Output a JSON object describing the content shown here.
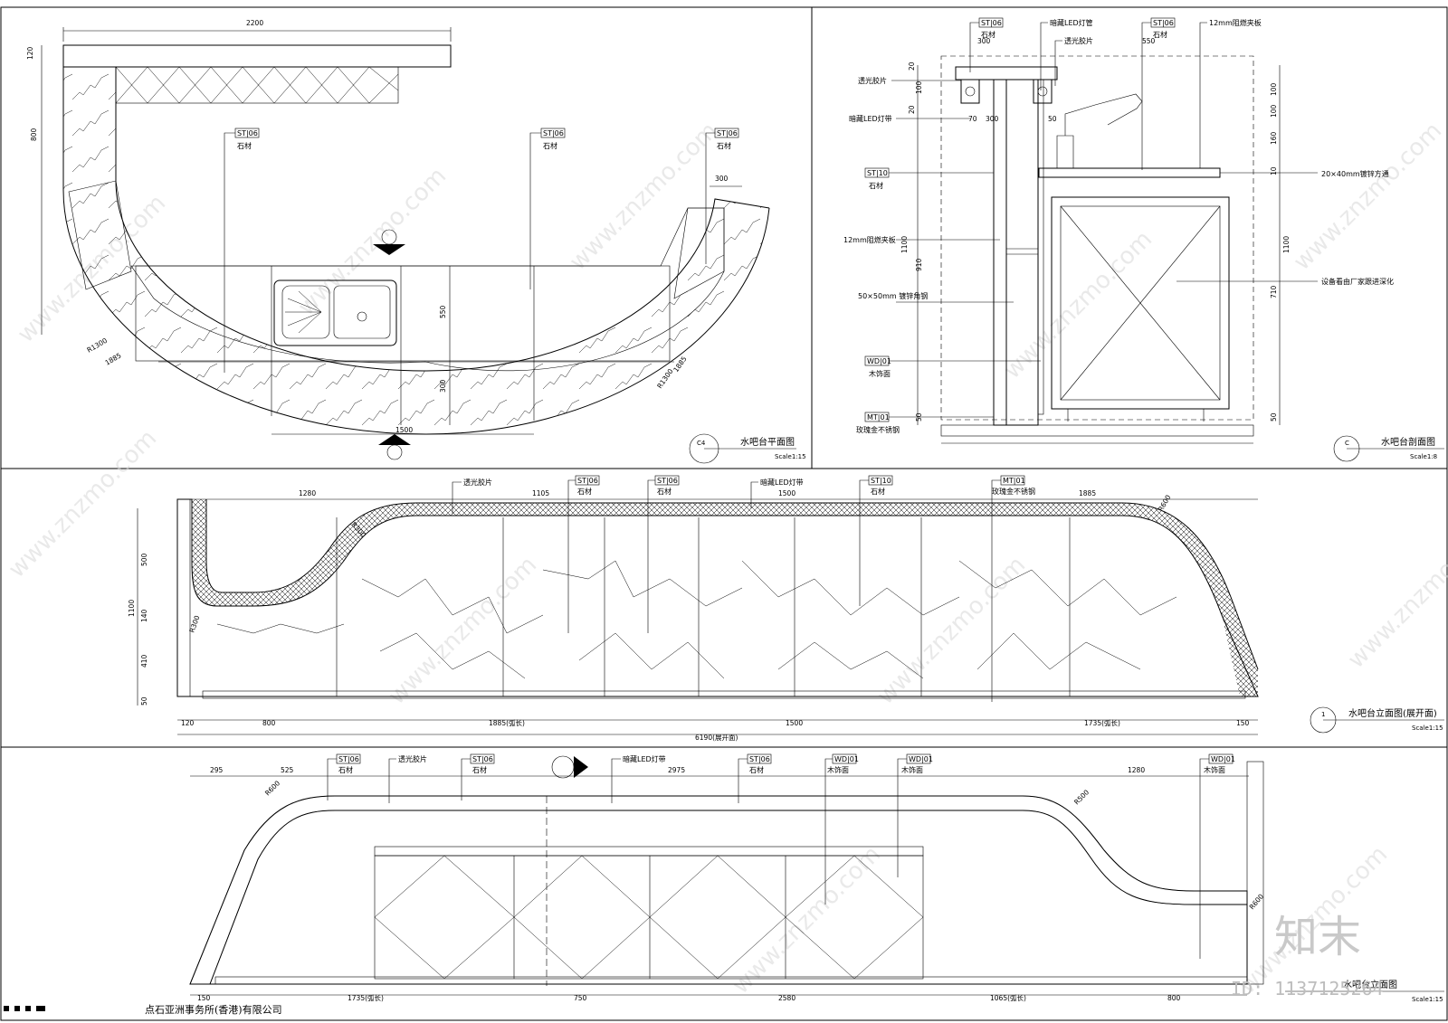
{
  "plan": {
    "title": "水吧台平面图",
    "scale": "Scale1:15",
    "ref": "C4",
    "dims": {
      "top": "2200",
      "left_a": "120",
      "left_b": "800",
      "right_w": "300",
      "mid_h": "550",
      "mid_low": "300",
      "bottom": "1500",
      "r_left": "R1300",
      "r_left2": "1885",
      "r_right": "1885",
      "r_right2": "R1300"
    },
    "tags": [
      {
        "code": "ST|06",
        "name": "石材"
      },
      {
        "code": "ST|06",
        "name": "石材"
      },
      {
        "code": "ST|06",
        "name": "石材"
      }
    ]
  },
  "section": {
    "title": "水吧台剖面图",
    "scale": "Scale1:8",
    "ref": "C",
    "tags": [
      {
        "code": "ST|06",
        "name": "石材"
      },
      {
        "code": "",
        "name": "暗藏LED灯管"
      },
      {
        "code": "",
        "name": "透光胶片"
      },
      {
        "code": "ST|06",
        "name": "石材"
      },
      {
        "code": "",
        "name": "12mm阻燃夹板"
      }
    ],
    "left_notes": [
      {
        "code": "",
        "name": "透光胶片"
      },
      {
        "code": "",
        "name": "暗藏LED灯带"
      },
      {
        "code": "ST|10",
        "name": "石材"
      },
      {
        "code": "",
        "name": "12mm阻燃夹板"
      },
      {
        "code": "",
        "name": "50×50mm 镀锌角钢"
      },
      {
        "code": "WD|01",
        "name": "木饰面"
      },
      {
        "code": "MT|01",
        "name": "玫瑰金不锈钢"
      }
    ],
    "right_notes": [
      "20×40mm镀锌方通",
      "设备看由厂家跟进深化"
    ],
    "dims_left": [
      "20",
      "100",
      "20",
      "1100",
      "910",
      "50"
    ],
    "dims_right": [
      "100",
      "100",
      "160",
      "10",
      "1100",
      "710",
      "50"
    ],
    "dims_top": [
      "300",
      "550",
      "70",
      "300",
      "50"
    ]
  },
  "elevation1": {
    "title": "水吧台立面图(展开面)",
    "scale": "Scale1:15",
    "ref": "1",
    "tags": [
      {
        "code": "",
        "name": "透光胶片"
      },
      {
        "code": "ST|06",
        "name": "石材"
      },
      {
        "code": "ST|06",
        "name": "石材"
      },
      {
        "code": "",
        "name": "暗藏LED灯带"
      },
      {
        "code": "ST|10",
        "name": "石材"
      },
      {
        "code": "MT|01",
        "name": "玫瑰金不锈钢"
      }
    ],
    "dims_top": [
      "1280",
      "1105",
      "1500",
      "1885"
    ],
    "dims_left": [
      "500",
      "1100",
      "140",
      "410",
      "50"
    ],
    "dims_bottom": [
      "120",
      "800",
      "1885(弧长)",
      "1500",
      "1735(弧长)",
      "150"
    ],
    "total": "6190(展开面)",
    "radii": [
      "R300",
      "R300",
      "R600"
    ]
  },
  "elevation2": {
    "title": "水吧台立面图",
    "scale": "Scale1:15",
    "tags": [
      {
        "code": "ST|06",
        "name": "石材"
      },
      {
        "code": "",
        "name": "透光胶片"
      },
      {
        "code": "ST|06",
        "name": "石材"
      },
      {
        "code": "",
        "name": "暗藏LED灯带"
      },
      {
        "code": "ST|06",
        "name": "石材"
      },
      {
        "code": "WD|01",
        "name": "木饰面"
      },
      {
        "code": "WD|01",
        "name": "木饰面"
      },
      {
        "code": "WD|01",
        "name": "木饰面"
      }
    ],
    "dims_top": [
      "295",
      "525",
      "2975",
      "1280"
    ],
    "dims_bottom": [
      "150",
      "1735(弧长)",
      "750",
      "2580",
      "1065(弧长)",
      "800"
    ],
    "radii": [
      "R600",
      "R500",
      "R600"
    ]
  },
  "company": "点石亚洲事务所(香港)有限公司",
  "watermark": "www.znzmo.com",
  "logo_text": "知末",
  "id_text": "ID: 1137125264"
}
